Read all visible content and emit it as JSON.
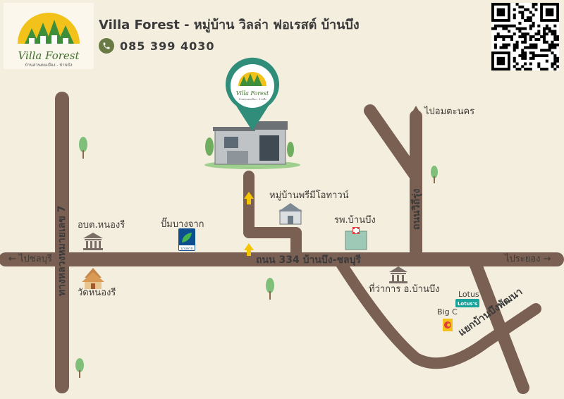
{
  "header": {
    "logo_name": "Villa Forest",
    "logo_tagline": "บ้านสวนคนเมือง - บ้านบึง",
    "title": "Villa Forest - หมู่บ้าน วิลล่า ฟอเรสต์ บ้านบึง",
    "phone": "085 399 4030",
    "phone_icon": "phone-icon",
    "qr_icon": "qr-code-icon"
  },
  "pin": {
    "logo_name": "Villa Forest",
    "logo_tagline": "บ้านสวนคนเมือง - บ้านบึง"
  },
  "labels": {
    "to_chonburi": "ไปชลบุรี",
    "to_rayong": "ไประยอง",
    "to_pluak_daeng": "ไปอมตะนคร",
    "highway7": "ทางหลวงหมายเลข 7",
    "road334": "ถนน 334 บ้านบึง-ชลบุรี",
    "road_wirot": "ถนนวิถีรุ่ง",
    "junction": "แยกบ้านบึงพัฒนา",
    "nong_irun_sao": "อบต.หนองรี",
    "wat_nong_iru": "วัดหนองรี",
    "gas_station": "ปั๊มบางจาก",
    "bangchak_logo": "บางจาก",
    "primo_village": "หมู่บ้านพรีมีโอทาวน์",
    "hospital": "รพ.บ้านบึง",
    "district_office": "ที่ว่าการ อ.บ้านบึง",
    "lotus": "Lotus",
    "lotus_logo": "Lotus's",
    "big_c": "Big C"
  },
  "colors": {
    "background": "#f4eedf",
    "road": "#7a5f53",
    "pin_teal": "#2f8d7a",
    "logo_yellow": "#f2c21b",
    "logo_green": "#3f8f3a",
    "arrow_yellow": "#f5c400",
    "tree_green": "#7fbf7a"
  },
  "icons": [
    "location-pin-icon",
    "house-icon",
    "hospital-icon",
    "government-building-icon",
    "temple-icon",
    "gas-station-icon",
    "tree-icon",
    "arrow-icon"
  ]
}
